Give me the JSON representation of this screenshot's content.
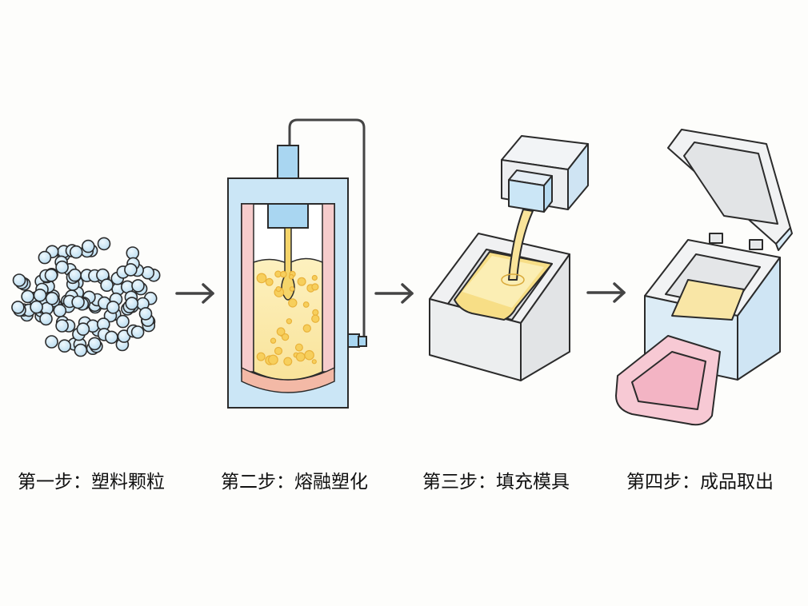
{
  "diagram": {
    "title": "塑料注塑成型流程",
    "steps": [
      {
        "id": "step1",
        "label": "第一步：塑料颗粒",
        "illustration": "plastic-pellets"
      },
      {
        "id": "step2",
        "label": "第二步：熔融塑化",
        "illustration": "melting-barrel"
      },
      {
        "id": "step3",
        "label": "第三步：填充模具",
        "illustration": "mold-filling"
      },
      {
        "id": "step4",
        "label": "第四步：成品取出",
        "illustration": "part-ejection"
      }
    ],
    "connectors": [
      {
        "from": "step1",
        "to": "step2",
        "icon": "arrow-right-icon"
      },
      {
        "from": "step2",
        "to": "step3",
        "icon": "arrow-right-icon"
      },
      {
        "from": "step3",
        "to": "step4",
        "icon": "arrow-right-icon"
      }
    ],
    "colors": {
      "pellet_fill": "#cfe8f6",
      "machine_blue": "#c6e3f5",
      "heater_pink": "#f6c8c8",
      "melt_yellow": "#fbe9a6",
      "bubble_orange": "#f2c24a",
      "mold_gray": "#eceef0",
      "part_pink": "#f7c9d4",
      "outline": "#2b2b2b",
      "arrow": "#444444"
    }
  }
}
